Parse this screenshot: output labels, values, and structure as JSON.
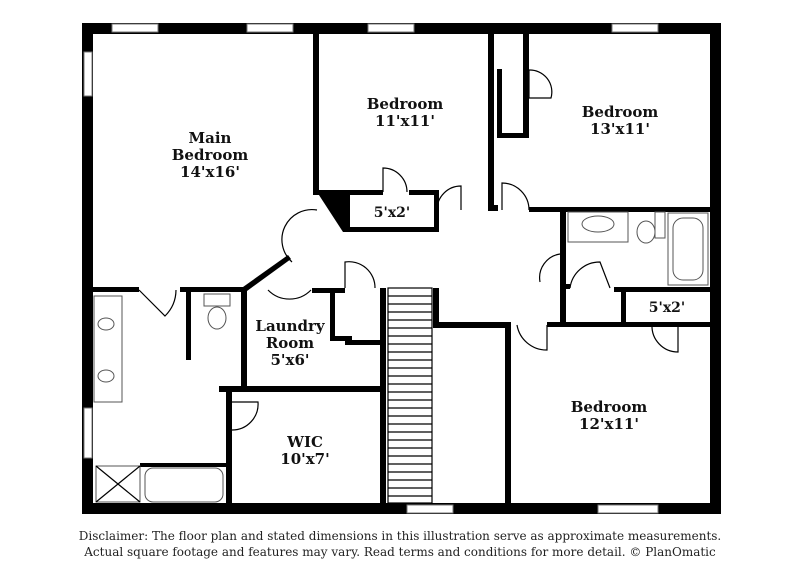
{
  "rooms": {
    "main_bedroom": {
      "name_line1": "Main",
      "name_line2": "Bedroom",
      "size": "14'x16'"
    },
    "bedroom_2": {
      "name": "Bedroom",
      "size": "11'x11'"
    },
    "bedroom_3": {
      "name": "Bedroom",
      "size": "13'x11'"
    },
    "bedroom_4": {
      "name": "Bedroom",
      "size": "12'x11'"
    },
    "closet_1": {
      "size": "5'x2'"
    },
    "closet_2": {
      "size": "5'x2'"
    },
    "laundry": {
      "name_line1": "Laundry",
      "name_line2": "Room",
      "size": "5'x6'"
    },
    "wic": {
      "name": "WIC",
      "size": "10'x7'"
    }
  },
  "disclaimer": {
    "line1": "Disclaimer: The floor plan and stated dimensions in this illustration serve as approximate measurements.",
    "line2": "Actual square footage and features may vary. Read terms and conditions for more detail. © PlanOmatic"
  },
  "colors": {
    "wall": "#000000",
    "background": "#ffffff",
    "text": "#111111"
  }
}
